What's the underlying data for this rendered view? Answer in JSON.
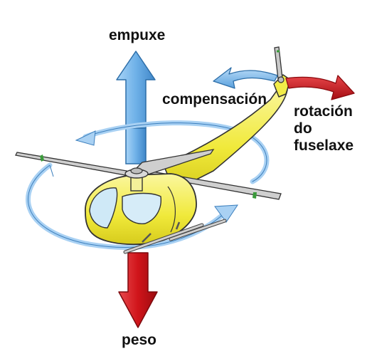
{
  "labels": {
    "thrust": "empuxe",
    "compensation": "compensación",
    "rotation_line1": "rotación",
    "rotation_line2": "do",
    "rotation_line3": "fuselaxe",
    "weight": "peso"
  },
  "colors": {
    "thrust_arrow": "#72b4ea",
    "weight_arrow": "#d6151b",
    "rotation_arrow": "#d6151b",
    "compensation_arrow": "#72b4ea",
    "fuselage": "#f3ee45",
    "rotor_blade": "#c8c8c8",
    "blade_stripe": "#3a9a3a",
    "windshield": "#cfe9f7"
  }
}
